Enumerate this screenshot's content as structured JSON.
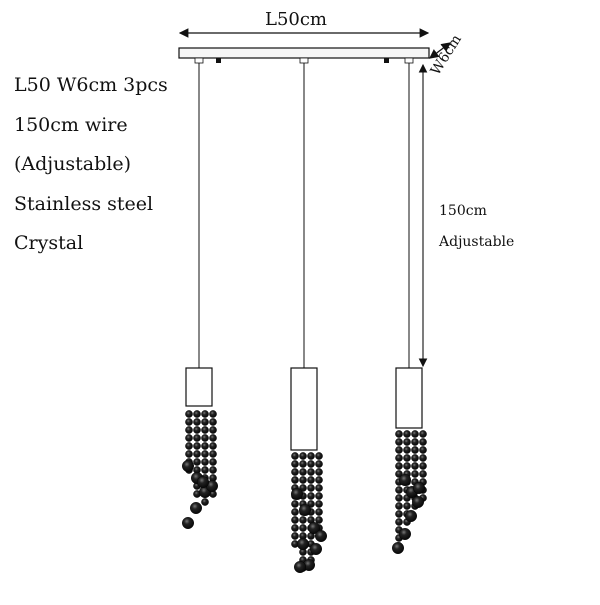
{
  "dimensions": {
    "length_label": "L50cm",
    "width_label": "W6cm",
    "wire_length_label": "150cm",
    "wire_adjustable_label": "Adjustable"
  },
  "specs": [
    "L50 W6cm 3pcs",
    "150cm wire",
    "(Adjustable)",
    "Stainless steel",
    "Crystal"
  ],
  "colors": {
    "line": "#111111",
    "canopy_fill": "#f6f6f6",
    "crystal": "#1a1a1a"
  },
  "components": {
    "canopy": "rectangular ceiling canopy",
    "pendants": 3,
    "pendant_type": "cylindrical holder with crystal bead strands"
  }
}
